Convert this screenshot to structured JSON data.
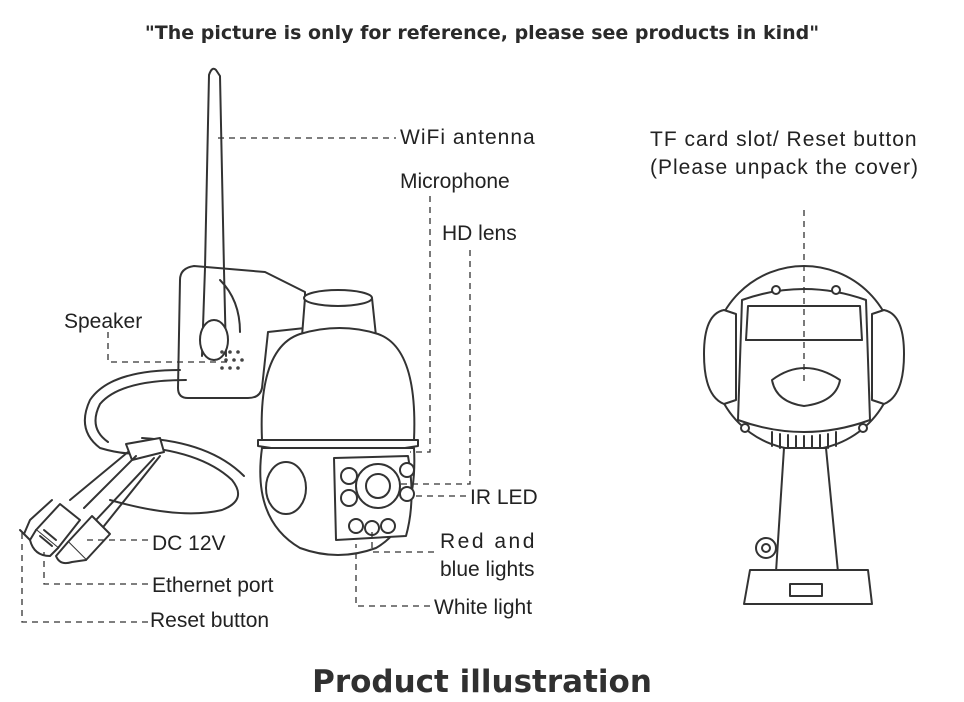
{
  "header": {
    "note": "\"The picture is only for reference, please see products in kind\""
  },
  "left_camera": {
    "labels": {
      "wifi_antenna": "WiFi antenna",
      "microphone": "Microphone",
      "hd_lens": "HD lens",
      "speaker": "Speaker",
      "ir_led": "IR LED",
      "dc_12v": "DC 12V",
      "red_blue_line1": "Red and",
      "red_blue_line2": "blue lights",
      "ethernet_port": "Ethernet port",
      "white_light": "White light",
      "reset_button": "Reset button"
    }
  },
  "right_camera": {
    "labels": {
      "tf_card_line1": "TF card slot/ Reset button",
      "tf_card_line2": "(Please unpack the cover)"
    }
  },
  "footer": {
    "caption": "Product illustration"
  }
}
